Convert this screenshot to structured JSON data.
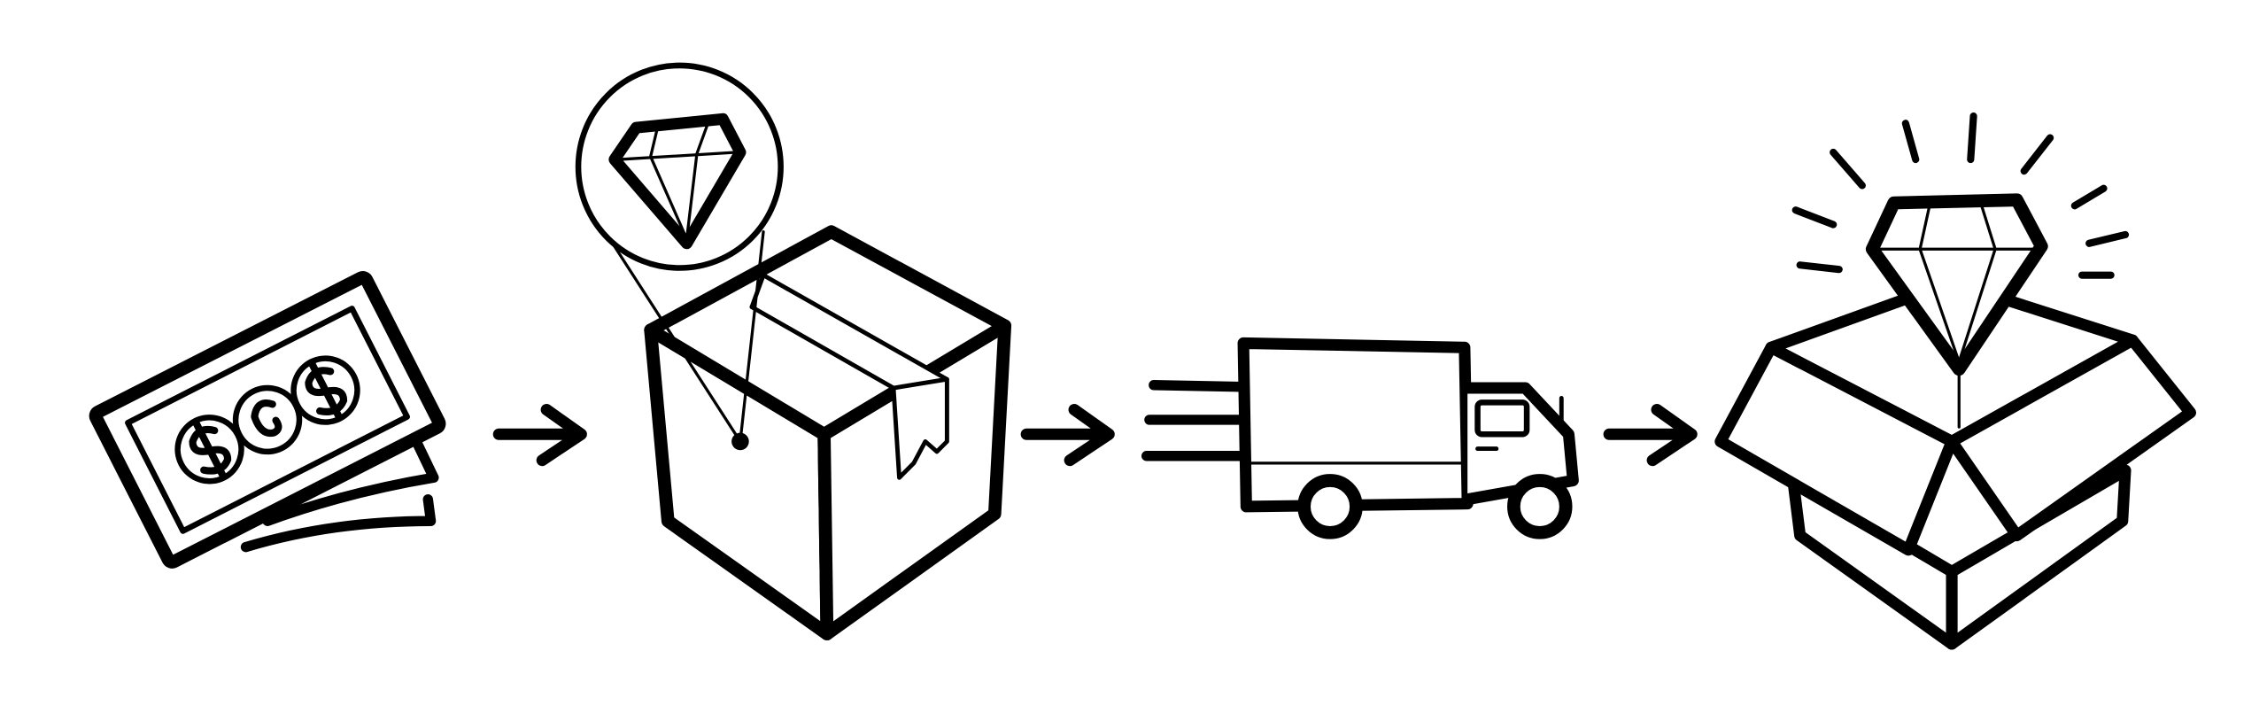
{
  "title": "",
  "steps": [
    {
      "id": "pay",
      "icon": "money-icon"
    },
    {
      "id": "package",
      "icon": "box-with-diamond-pin-icon"
    },
    {
      "id": "ship",
      "icon": "delivery-truck-icon"
    },
    {
      "id": "unbox",
      "icon": "open-box-diamond-icon"
    }
  ],
  "colors": {
    "stroke": "#000000",
    "background": "#ffffff"
  }
}
